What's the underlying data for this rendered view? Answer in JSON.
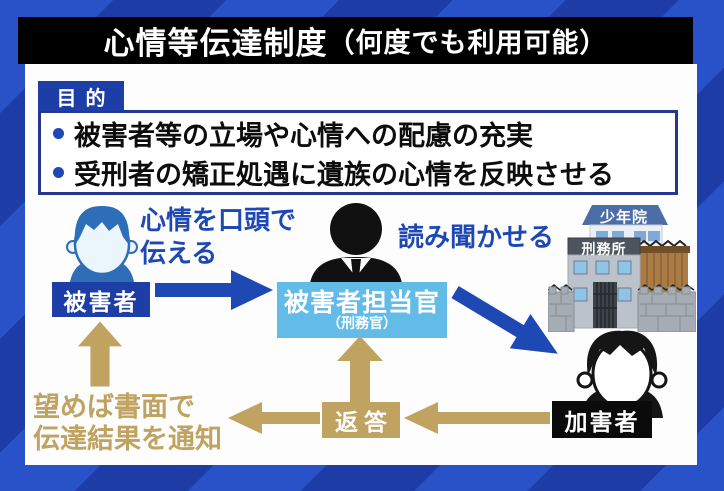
{
  "title": {
    "main": "心情等伝達制度",
    "paren": "（何度でも利用可能）"
  },
  "purpose": {
    "tab_label": "目的",
    "bullets": [
      "被害者等の立場や心情への配慮の充実",
      "受刑者の矯正処遇に遺族の心情を反映させる"
    ]
  },
  "flow": {
    "victim_label": "被害者",
    "convey_text_line1": "心情を口頭で",
    "convey_text_line2": "伝える",
    "officer_label": "被害者担当官",
    "officer_sublabel": "（刑務官）",
    "read_text": "読み聞かせる",
    "buildings": {
      "back_sign": "少年院",
      "front_sign": "刑務所"
    },
    "offender_label": "加害者",
    "reply_label": "返答",
    "notify_line1": "望めば書面で",
    "notify_line2": "伝達結果を通知"
  },
  "colors": {
    "bg-blue": "#2a52c8",
    "bg-blue-dark": "#1d3ca6",
    "banner-bg": "#000000",
    "panel-bg": "#fdfdfd",
    "navy": "#1c3ea6",
    "blue": "#1e49b4",
    "lightblue": "#63bce8",
    "tan": "#c0a261"
  }
}
